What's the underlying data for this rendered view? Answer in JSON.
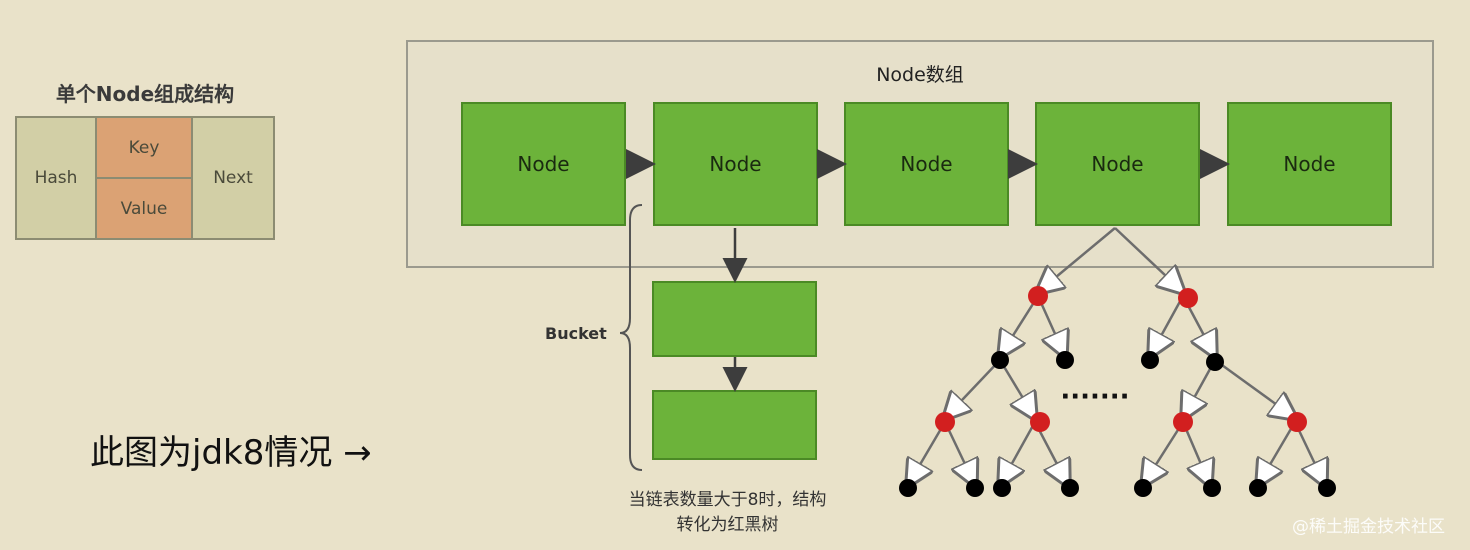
{
  "structure": {
    "title": "单个Node组成结构",
    "hash": "Hash",
    "key": "Key",
    "value": "Value",
    "next": "Next"
  },
  "array": {
    "title": "Node数组",
    "nodes": [
      "Node",
      "Node",
      "Node",
      "Node",
      "Node"
    ]
  },
  "bucket": {
    "label": "Bucket"
  },
  "rb_note": {
    "line1": "当链表数量大于8时，结构",
    "line2": "转化为红黑树"
  },
  "jdk_note": "此图为jdk8情况 →",
  "ellipsis": "·······",
  "watermark": "@稀土掘金技术社区",
  "colors": {
    "background": "#e9e2c9",
    "node_green": "#6cb33a",
    "key_value_orange": "#dba274",
    "red_node": "#d21f1f",
    "black_node": "#000000"
  }
}
